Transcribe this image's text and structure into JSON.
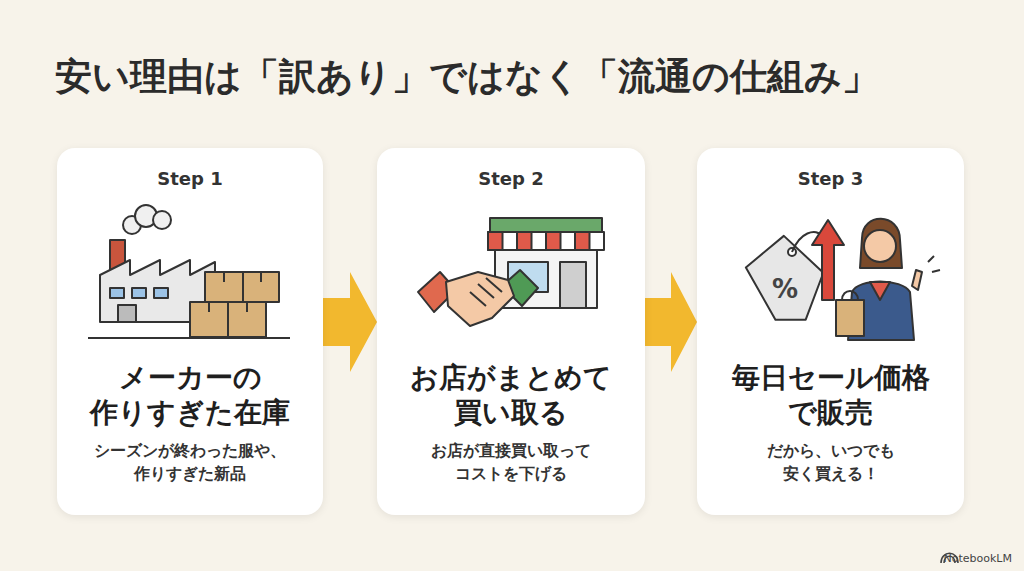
{
  "diagram": {
    "title": "安い理由は「訳あり」ではなく「流通の仕組み」",
    "nodes": [
      {
        "text": [
          "Step 1",
          "メーカーの 作りすぎた在庫",
          "シーズンが終わった服や、 作りすぎた新品"
        ]
      },
      {
        "text": [
          "Step 2",
          "お店がまとめて 買い取る",
          "お店が直接買い取って コストを下げる"
        ]
      },
      {
        "text": [
          "Step 3",
          "毎日セール価格 で販売",
          "だから、いつでも 安く買える！"
        ]
      }
    ],
    "edges": [
      {
        "from": 0,
        "to": 1,
        "arrow": "to"
      },
      {
        "from": 1,
        "to": 2,
        "arrow": "to"
      }
    ],
    "labels": [
      "NotebookLM"
    ]
  }
}
